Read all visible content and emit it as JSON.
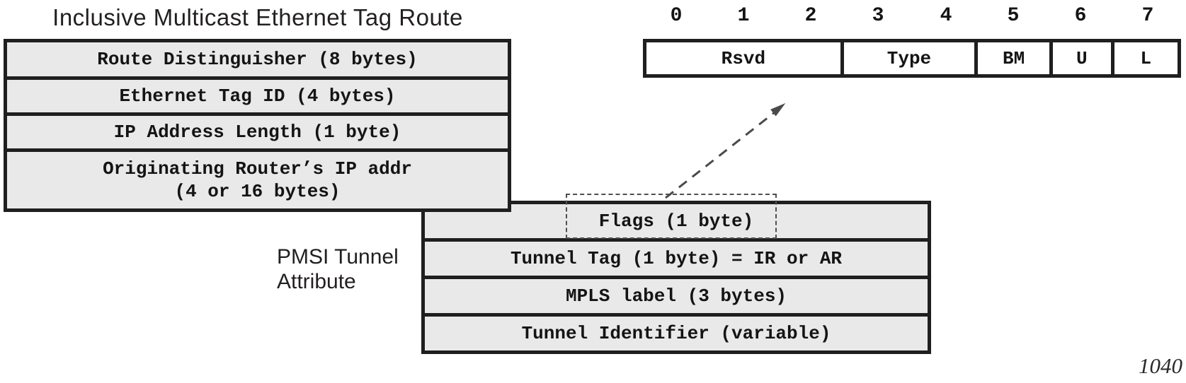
{
  "title": "Inclusive Multicast Ethernet Tag Route",
  "page_number": "1040",
  "colors": {
    "ink": "#1f1f1f",
    "box-fill": "#e9e9e9",
    "bit-box-fill": "#ffffff",
    "dash": "#4f4f4f",
    "text": "#141414"
  },
  "route_box": {
    "rows": [
      "Route Distinguisher (8 bytes)",
      "Ethernet Tag ID (4 bytes)",
      "IP Address Length (1 byte)",
      "Originating Router’s IP addr\n(4 or 16 bytes)"
    ]
  },
  "pmsi": {
    "label": "PMSI Tunnel\nAttribute",
    "rows": [
      "Flags (1 byte)",
      "Tunnel Tag (1 byte) = IR or AR",
      "MPLS label (3 bytes)",
      "Tunnel Identifier (variable)"
    ]
  },
  "flags_box": {
    "bit_numbers": [
      "0",
      "1",
      "2",
      "3",
      "4",
      "5",
      "6",
      "7"
    ],
    "cells": [
      {
        "label": "Rsvd"
      },
      {
        "label": "Type"
      },
      {
        "label": "BM"
      },
      {
        "label": "U"
      },
      {
        "label": "L"
      }
    ]
  }
}
